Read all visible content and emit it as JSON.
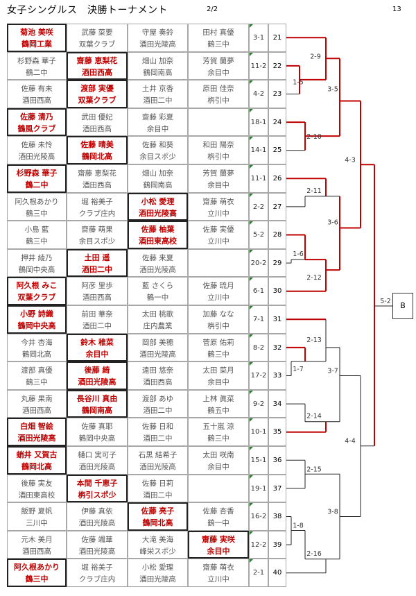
{
  "header": {
    "title": "女子シングルス　決勝トーナメント",
    "page": "2/2",
    "sheet": "13"
  },
  "final_slot": "B",
  "matches": [
    {
      "no": "21",
      "score": "3-1",
      "p": [
        [
          "菊池 美咲",
          "鶴岡工業",
          1
        ],
        [
          "武藤 菜要",
          "双葉クラブ",
          0
        ],
        [
          "守屋 奏鈴",
          "酒田光陵高",
          0
        ],
        [
          "田村 真優",
          "鶴三中",
          0
        ]
      ]
    },
    {
      "no": "22",
      "score": "11-2",
      "p": [
        [
          "杉野森 華子",
          "鶴二中",
          0
        ],
        [
          "齋藤 恵梨花",
          "酒田西高",
          1
        ],
        [
          "畑山 加奈",
          "鶴岡南高",
          0
        ],
        [
          "芳賀 蘭夢",
          "余目中",
          0
        ]
      ]
    },
    {
      "no": "23",
      "score": "4-2",
      "p": [
        [
          "佐藤 有未",
          "酒田西高",
          0
        ],
        [
          "渡部 実優",
          "双葉クラブ",
          1
        ],
        [
          "土井 京香",
          "酒田二中",
          0
        ],
        [
          "原田 佳奈",
          "栴引中",
          0
        ]
      ]
    },
    {
      "no": "24",
      "score": "18-1",
      "p": [
        [
          "佐藤 清乃",
          "鶴風クラブ",
          1
        ],
        [
          "武田 優妃",
          "酒田西高",
          0
        ],
        [
          "齋藤 彩夏",
          "余目中",
          0
        ],
        [
          "",
          ""
        ]
      ]
    },
    {
      "no": "25",
      "score": "14-1",
      "p": [
        [
          "佐藤 未怜",
          "酒田光陵高",
          0
        ],
        [
          "佐藤 晴美",
          "鶴岡北高",
          1
        ],
        [
          "佐藤 和葵",
          "余目スポ少",
          0
        ],
        [
          "和田 陽奈",
          "栴引中",
          0
        ]
      ]
    },
    {
      "no": "26",
      "score": "11-1",
      "p": [
        [
          "杉野森 華子",
          "鶴二中",
          1
        ],
        [
          "齋藤 恵梨花",
          "酒田西高",
          0
        ],
        [
          "畑山 加奈",
          "鶴岡南高",
          0
        ],
        [
          "芳賀 蘭夢",
          "余目中",
          0
        ]
      ]
    },
    {
      "no": "27",
      "score": "2-2",
      "p": [
        [
          "阿久根あかり",
          "鶴三中",
          0
        ],
        [
          "堀 裕美子",
          "クラブ庄内",
          0
        ],
        [
          "小松 愛理",
          "酒田光陵高",
          1
        ],
        [
          "齋藤 萌衣",
          "立川中",
          0
        ]
      ]
    },
    {
      "no": "28",
      "score": "5-2",
      "p": [
        [
          "小島 藍",
          "鶴三中",
          0
        ],
        [
          "齋藤 萌果",
          "余目スポ少",
          0
        ],
        [
          "佐藤 柚葉",
          "酒田東高校",
          1
        ],
        [
          "佐藤 実優",
          "立川中",
          0
        ]
      ]
    },
    {
      "no": "29",
      "score": "20-2",
      "p": [
        [
          "押井 綾乃",
          "鶴岡中央高",
          0
        ],
        [
          "土田 遥",
          "酒田二中",
          1
        ],
        [
          "佐藤 来夏",
          "酒田光陵高",
          0
        ],
        [
          "",
          ""
        ]
      ]
    },
    {
      "no": "30",
      "score": "6-1",
      "p": [
        [
          "阿久根 みこ",
          "双葉クラブ",
          1
        ],
        [
          "阿彦 里歩",
          "酒田西高",
          0
        ],
        [
          "藍 さくら",
          "鶴一中",
          0
        ],
        [
          "佐藤 琉月",
          "立川中",
          0
        ]
      ]
    },
    {
      "no": "31",
      "score": "7-1",
      "p": [
        [
          "小野 詩織",
          "鶴岡中央高",
          1
        ],
        [
          "前田 華奈",
          "酒田二中",
          0
        ],
        [
          "太田 桃歌",
          "庄内農業",
          0
        ],
        [
          "加藤 なな",
          "栴引中",
          0
        ]
      ]
    },
    {
      "no": "32",
      "score": "8-2",
      "p": [
        [
          "今井 杏海",
          "鶴岡北高",
          0
        ],
        [
          "鈴木 稚菜",
          "余目中",
          1
        ],
        [
          "岡部 美穂",
          "酒田光陵高",
          0
        ],
        [
          "菅原 佑莉",
          "鶴三中",
          0
        ]
      ]
    },
    {
      "no": "33",
      "score": "17-2",
      "p": [
        [
          "渡部 真優",
          "鶴三中",
          0
        ],
        [
          "後藤 綺",
          "酒田光陵高",
          1
        ],
        [
          "遠田 悠奈",
          "酒田西高",
          0
        ],
        [
          "太田 菜月",
          "余目中",
          0
        ]
      ]
    },
    {
      "no": "34",
      "score": "9-2",
      "p": [
        [
          "丸藤 果南",
          "酒田西高",
          0
        ],
        [
          "長谷川 真由",
          "鶴岡南高",
          1
        ],
        [
          "渡部 あゆ",
          "酒田二中",
          0
        ],
        [
          "上林 眞菜",
          "鶴五中",
          0
        ]
      ]
    },
    {
      "no": "35",
      "score": "10-1",
      "p": [
        [
          "白畑 智絵",
          "酒田光陵高",
          1
        ],
        [
          "佐藤 真耶",
          "鶴岡中央高",
          0
        ],
        [
          "佐藤 日和",
          "酒田二中",
          0
        ],
        [
          "五十嵐 涼",
          "鶴三中",
          0
        ]
      ]
    },
    {
      "no": "36",
      "score": "15-1",
      "p": [
        [
          "蛸井 又賀古",
          "鶴岡北高",
          1
        ],
        [
          "樋口 実可子",
          "酒田光陵高",
          0
        ],
        [
          "石黒 結希子",
          "酒田光陵高",
          0
        ],
        [
          "太田 咲南",
          "余目中",
          0
        ]
      ]
    },
    {
      "no": "37",
      "score": "19-1",
      "p": [
        [
          "後藤 実友",
          "酒田東高校",
          0
        ],
        [
          "本間 千恵子",
          "栴引スポ少",
          1
        ],
        [
          "佐藤 日莉",
          "酒田二中",
          0
        ],
        [
          "",
          ""
        ]
      ]
    },
    {
      "no": "38",
      "score": "16-2",
      "p": [
        [
          "飯野 夏帆",
          "三川中",
          0
        ],
        [
          "伊藤 真依",
          "酒田光陵高",
          0
        ],
        [
          "佐藤 亮子",
          "鶴岡北高",
          1
        ],
        [
          "佐藤 杏香",
          "鶴一中",
          0
        ]
      ]
    },
    {
      "no": "39",
      "score": "12-2",
      "p": [
        [
          "元木 美月",
          "酒田西高",
          0
        ],
        [
          "佐藤 颯華",
          "酒田光陵高",
          0
        ],
        [
          "大滝 美海",
          "峰栄スポ少",
          0
        ],
        [
          "齋藤 実咲",
          "余目中",
          1
        ]
      ]
    },
    {
      "no": "40",
      "score": "2-1",
      "p": [
        [
          "阿久根あかり",
          "鶴三中",
          1
        ],
        [
          "堀 裕美子",
          "クラブ庄内",
          0
        ],
        [
          "小松 愛理",
          "酒田光陵高",
          0
        ],
        [
          "齋藤 萌衣",
          "立川中",
          0
        ]
      ]
    }
  ],
  "bracket_labels": [
    "2-9",
    "1-5",
    "3-5",
    "2-10",
    "4-3",
    "2-11",
    "1-6",
    "3-6",
    "2-12",
    "5-2",
    "2-13",
    "1-7",
    "3-7",
    "2-14",
    "4-4",
    "2-15",
    "3-8",
    "1-8",
    "2-16"
  ],
  "colors": {
    "win": "#c00000",
    "line": "#222222",
    "grid": "#a8a8a8",
    "tick": "#2e7d32"
  }
}
